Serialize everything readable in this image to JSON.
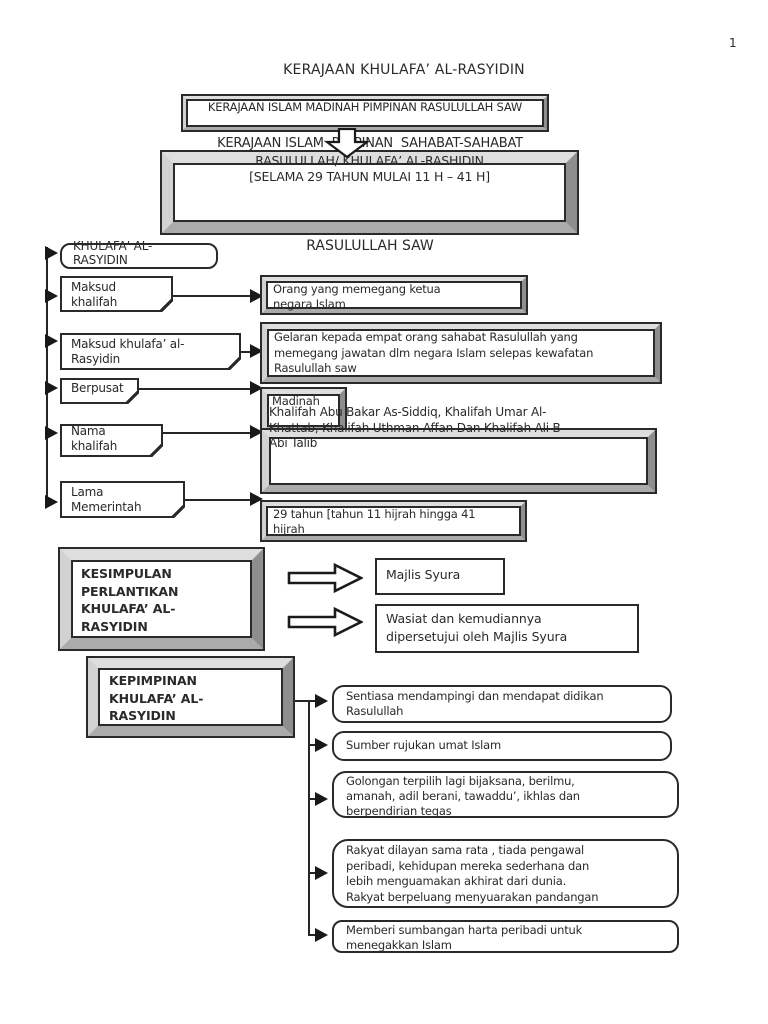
{
  "page": {
    "number": "1"
  },
  "title": "KERAJAAN KHULAFA’ AL-RASYIDIN",
  "top": {
    "box1": "KERAJAAN ISLAM MADINAH PIMPINAN RASULULLAH SAW",
    "line1": "KERAJAAN ISLAM  PIMPINAN  SAHABAT-SAHABAT",
    "box2_title": "RASULULLAH/ KHULAFA’ AL-RASHIDIN",
    "box2_sub": "[SELAMA 29 TAHUN MULAI 11 H – 41 H]",
    "heading": "RASULULLAH SAW"
  },
  "branches": {
    "root_label": "KHULAFA’ AL-\nRASYIDIN",
    "items": [
      {
        "label": "Maksud\nkhalifah",
        "answer": "Orang yang memegang ketua\nnegara Islam"
      },
      {
        "label": "Maksud khulafa’ al-\nRasyidin",
        "answer": "Gelaran kepada empat orang sahabat Rasulullah yang\nmemegang jawatan dlm negara Islam selepas kewafatan\nRasulullah saw"
      },
      {
        "label": "Berpusat",
        "answer": "Madinah"
      },
      {
        "label": "Nama\nkhalifah",
        "answer": "Khalifah Abu Bakar As-Siddiq, Khalifah Umar Al-\nKhattab, Khalifah Uthman Affan Dan Khalifah Ali B\nAbi Talib"
      },
      {
        "label": "Lama\nMemerintah",
        "answer": "29 tahun [tahun 11 hijrah hingga 41\nhijrah"
      }
    ]
  },
  "kesimpulan": {
    "title": "KESIMPULAN\nPERLANTIKAN\nKHULAFA’ AL-\nRASYIDIN",
    "options": [
      "Majlis Syura",
      "Wasiat dan kemudiannya\ndipersetujui oleh Majlis Syura"
    ]
  },
  "kepimpinan": {
    "title": "KEPIMPINAN\nKHULAFA’ AL-\nRASYIDIN",
    "points": [
      "Sentiasa mendampingi dan mendapat didikan\nRasulullah",
      "Sumber rujukan umat Islam",
      "Golongan terpilih lagi bijaksana, berilmu,\namanah, adil berani, tawaddu’, ikhlas dan\nberpendirian tegas",
      "Rakyat dilayan sama rata , tiada pengawal\nperibadi, kehidupan mereka sederhana dan\nlebih menguamakan akhirat dari dunia.\nRakyat berpeluang menyuarakan pandangan",
      "Memberi sumbangan harta peribadi untuk\nmenegakkan Islam"
    ]
  },
  "colors": {
    "ink": "#2a2a2a",
    "bevel_dark": "#8e8e8e",
    "bevel_light": "#dedede",
    "paper": "#ffffff"
  }
}
